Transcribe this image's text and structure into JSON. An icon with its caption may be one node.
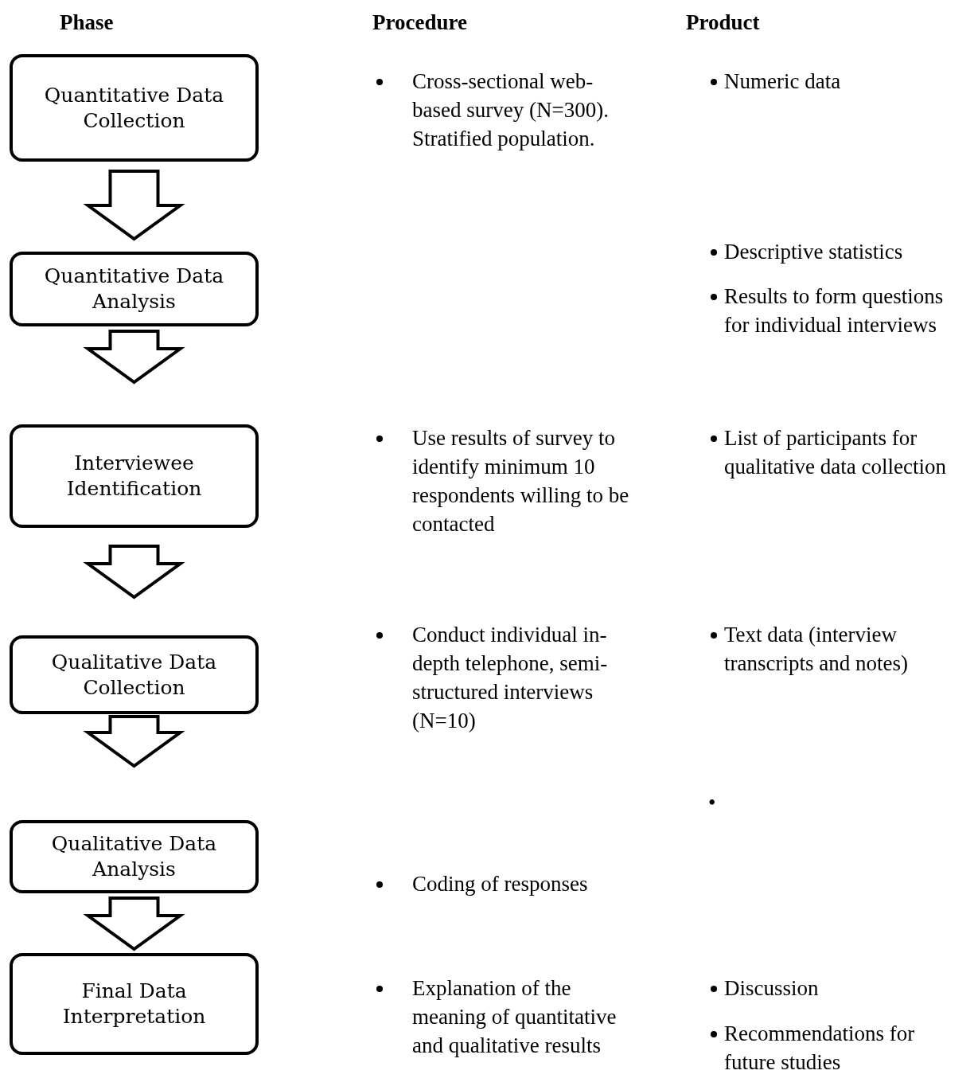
{
  "diagram": {
    "nodes": [
      {
        "text": [
          "Quantitative Data Collection"
        ]
      },
      {
        "text": [
          "Quantitative Data Analysis"
        ]
      },
      {
        "text": [
          "Interviewee Identification"
        ]
      },
      {
        "text": [
          "Qualitative Data Collection"
        ]
      },
      {
        "text": [
          "Qualitative Data Analysis"
        ]
      },
      {
        "text": [
          "Final Data Interpretation"
        ]
      }
    ],
    "edges": [
      {
        "from": 0,
        "to": 1,
        "arrow": "to"
      },
      {
        "from": 1,
        "to": 2,
        "arrow": "to"
      },
      {
        "from": 2,
        "to": 3,
        "arrow": "to"
      },
      {
        "from": 3,
        "to": 4,
        "arrow": "to"
      },
      {
        "from": 4,
        "to": 5,
        "arrow": "to"
      }
    ],
    "labels": [
      "Phase",
      "Procedure",
      "Product",
      "Cross-sectional web-based survey (N=300). Stratified population.",
      "Numeric data",
      "Descriptive statistics",
      "Results to form questions for individual interviews",
      "Use results of survey to identify minimum 10 respondents willing to be contacted",
      "List of participants for qualitative data collection",
      "Conduct individual in-depth telephone, semi-structured interviews (N=10)",
      "Text data (interview transcripts and notes)",
      "•",
      "Coding of responses",
      "Explanation of the meaning of quantitative and qualitative results",
      "Discussion",
      "Recommendations for future studies"
    ]
  }
}
